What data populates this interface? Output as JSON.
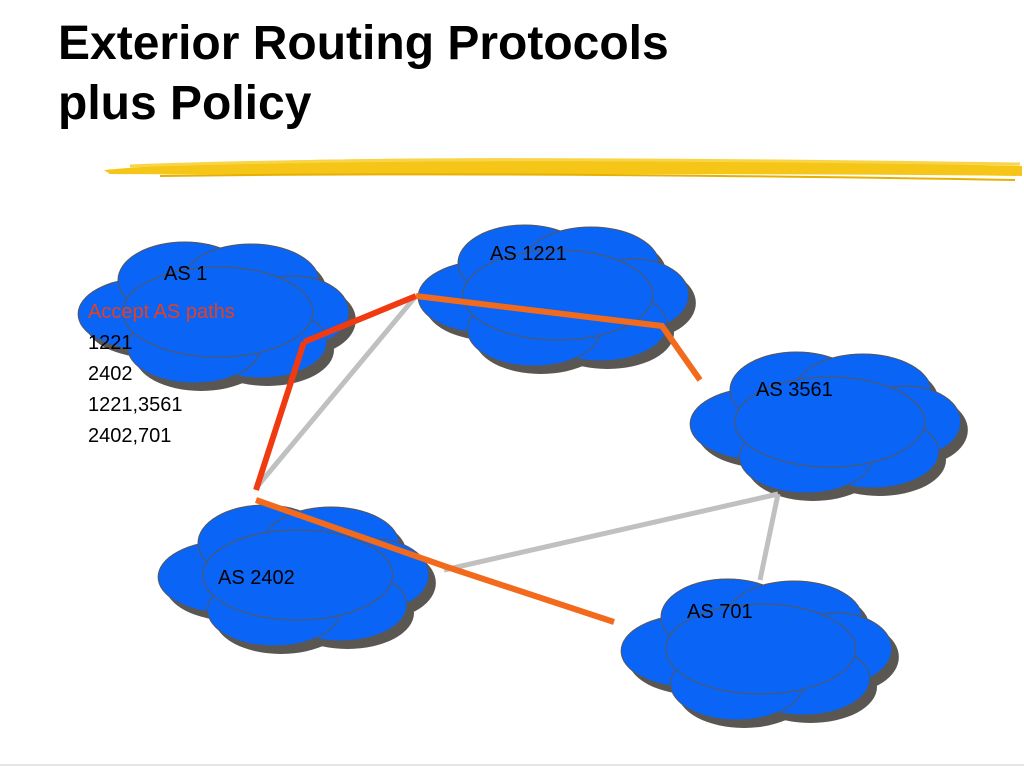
{
  "slide": {
    "title_line1": "Exterior Routing Protocols",
    "title_line2": "plus Policy"
  },
  "clouds": [
    {
      "id": "as1",
      "label": "AS 1"
    },
    {
      "id": "as1221",
      "label": "AS 1221"
    },
    {
      "id": "as3561",
      "label": "AS 3561"
    },
    {
      "id": "as2402",
      "label": "AS 2402"
    },
    {
      "id": "as701",
      "label": "AS 701"
    }
  ],
  "policy": {
    "heading": "Accept AS paths",
    "paths": [
      "1221",
      "2402",
      "1221,3561",
      "2402,701"
    ]
  },
  "links": [
    {
      "from": "AS 1",
      "to": "AS 1221",
      "type": "accepted"
    },
    {
      "from": "AS 1",
      "to": "AS 2402",
      "type": "accepted"
    },
    {
      "from": "AS 1221",
      "to": "AS 3561",
      "type": "accepted"
    },
    {
      "from": "AS 2402",
      "to": "AS 701",
      "type": "accepted"
    },
    {
      "from": "AS 1221",
      "to": "AS 2402",
      "type": "not-accepted"
    },
    {
      "from": "AS 2402",
      "to": "AS 3561",
      "type": "not-accepted"
    },
    {
      "from": "AS 3561",
      "to": "AS 701",
      "type": "not-accepted"
    }
  ],
  "colors": {
    "cloud_fill": "#0a64f5",
    "cloud_shadow": "#5a5652",
    "accepted_link": "#f26a1b",
    "accepted_link_as1": "#f03b12",
    "not_accepted_link": "#c0c0c0",
    "policy_heading": "#e8401c",
    "underline_brush": "#f5c518"
  }
}
